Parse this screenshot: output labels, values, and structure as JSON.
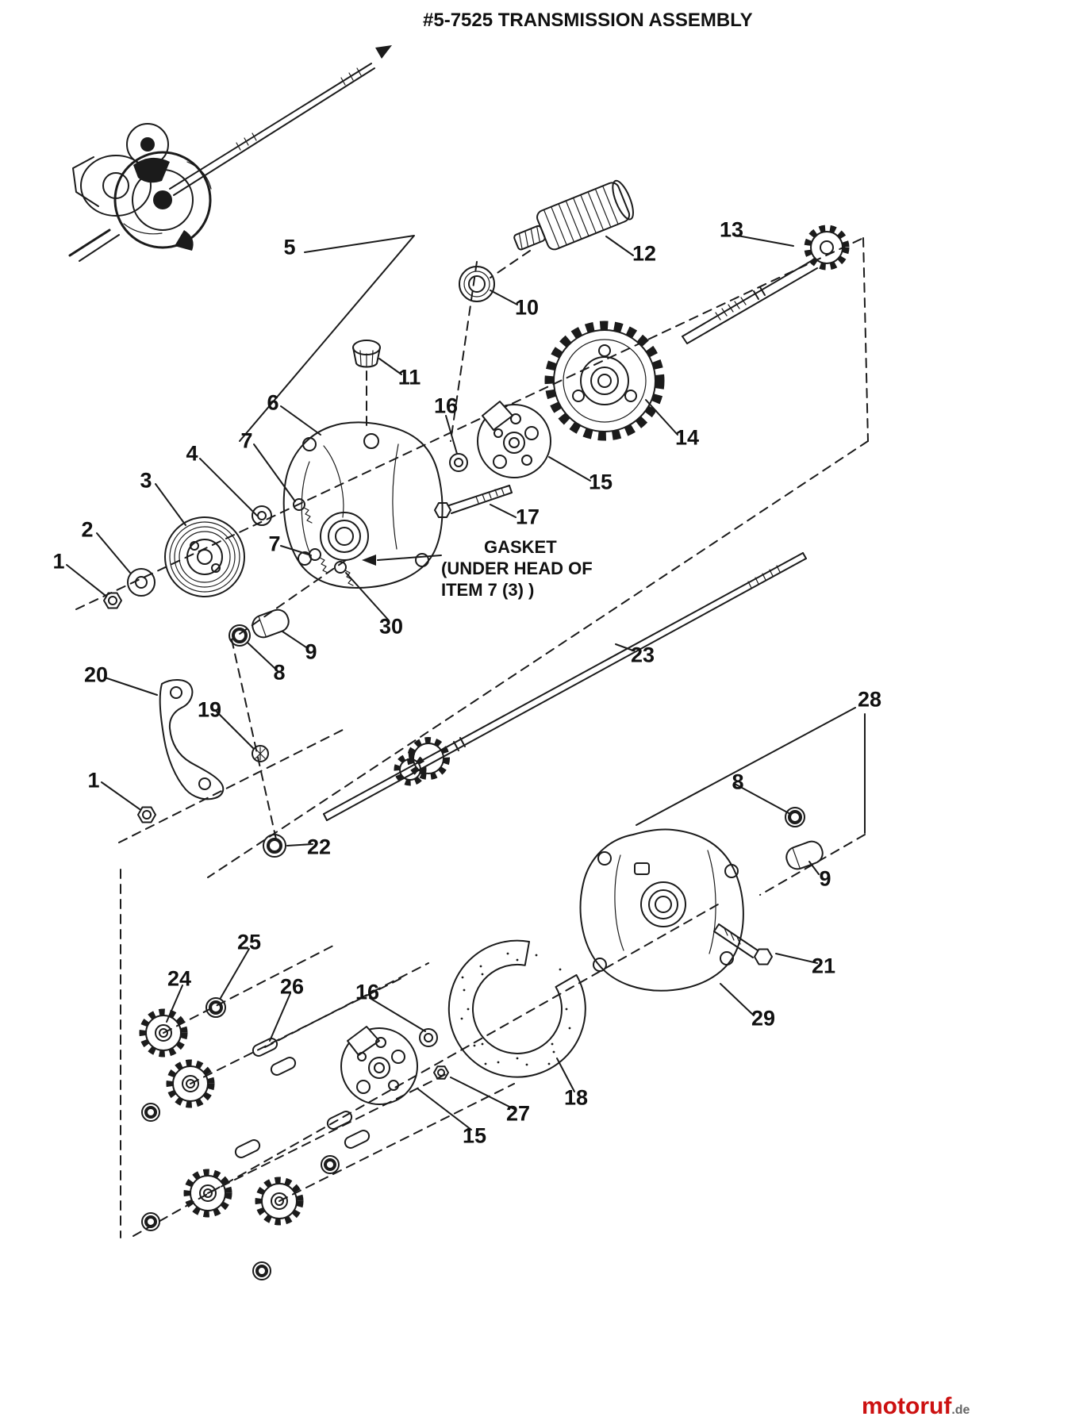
{
  "title": "#5-7525 TRANSMISSION ASSEMBLY",
  "gasket_note": {
    "line1": "GASKET",
    "line2": "(UNDER HEAD OF",
    "line3": "ITEM 7 (3) )"
  },
  "watermark": {
    "brand": "motoruf",
    "tld": ".de",
    "brand_color": "#cc1111"
  },
  "labels": [
    "5",
    "12",
    "13",
    "10",
    "11",
    "6",
    "16",
    "14",
    "7",
    "4",
    "15",
    "3",
    "17",
    "2",
    "1",
    "7",
    "30",
    "9",
    "23",
    "8",
    "20",
    "19",
    "28",
    "8",
    "1",
    "22",
    "9",
    "25",
    "21",
    "24",
    "26",
    "16",
    "29",
    "18",
    "27",
    "15"
  ]
}
